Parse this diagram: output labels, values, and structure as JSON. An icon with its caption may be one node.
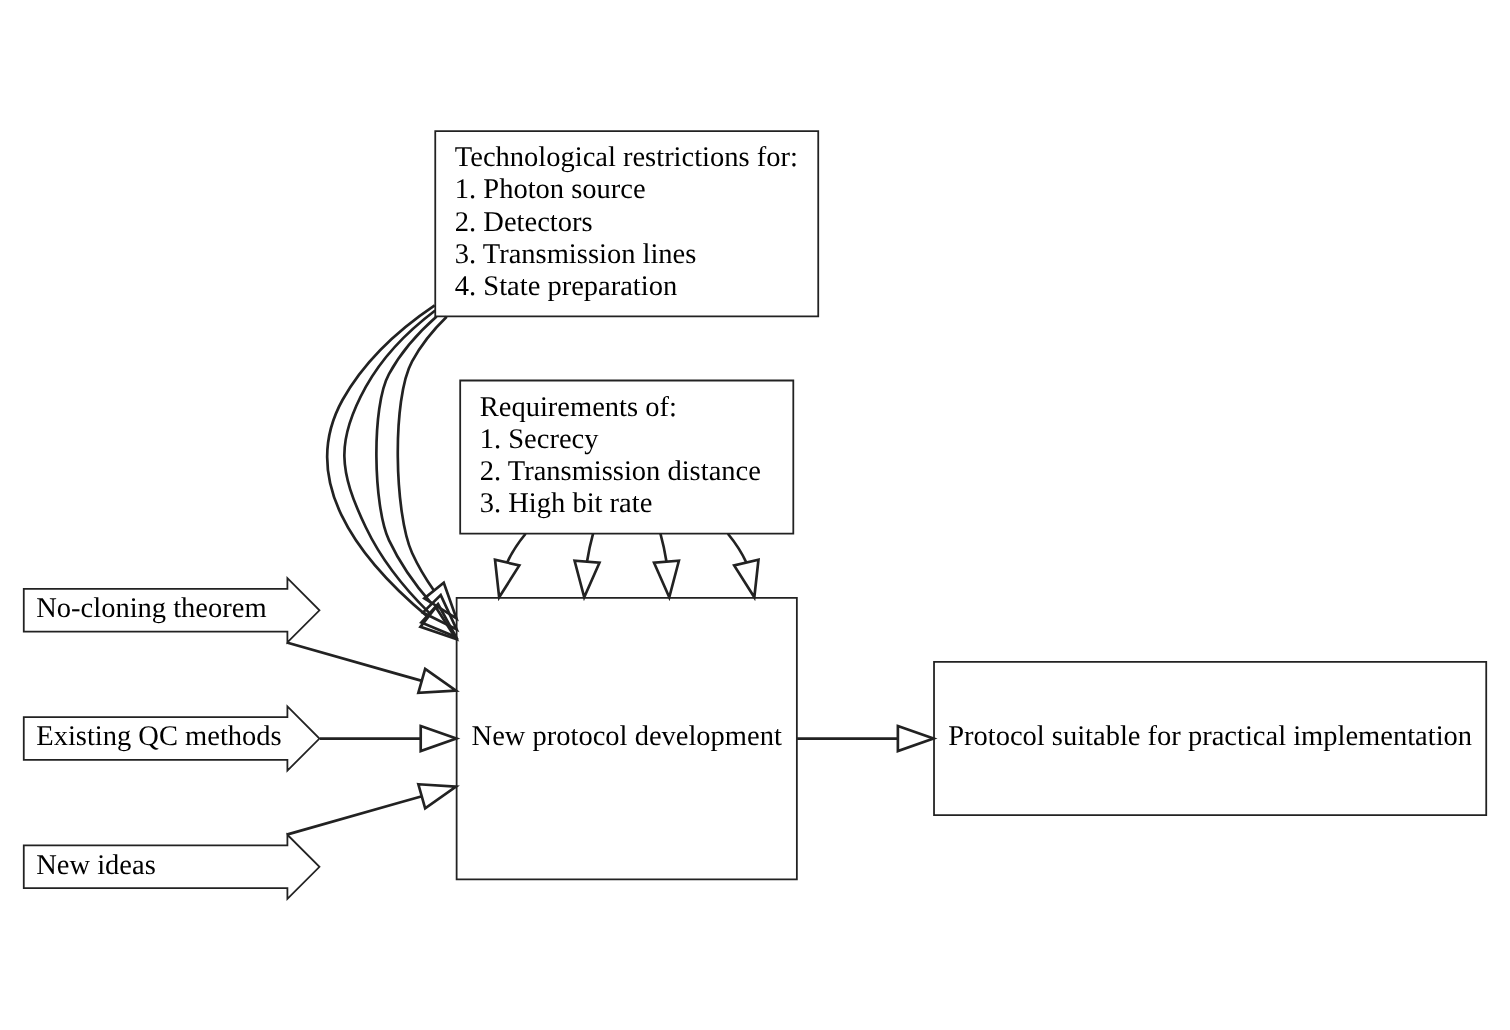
{
  "diagram": {
    "nodes": [
      {
        "text": [
          "Technological restrictions for:",
          "1. Photon source",
          "2. Detectors",
          "3. Transmission lines",
          "4. State preparation"
        ]
      },
      {
        "text": [
          "No-cloning theorem"
        ]
      },
      {
        "text": [
          "Existing QC methods"
        ]
      },
      {
        "text": [
          "New ideas"
        ]
      },
      {
        "text": [
          "New protocol development"
        ]
      },
      {
        "text": [
          "Protocol suitable for practical implementation"
        ]
      },
      {
        "text": [
          "Requirements of:",
          "1. Secrecy",
          "2. Transmission distance",
          "3. High bit rate"
        ]
      }
    ],
    "edges": [
      {
        "from": 0,
        "to": 4,
        "arrow": "to"
      },
      {
        "from": 0,
        "to": 4,
        "arrow": "to"
      },
      {
        "from": 0,
        "to": 4,
        "arrow": "to"
      },
      {
        "from": 0,
        "to": 4,
        "arrow": "to"
      },
      {
        "from": 1,
        "to": 4,
        "arrow": "to"
      },
      {
        "from": 2,
        "to": 4,
        "arrow": "to"
      },
      {
        "from": 3,
        "to": 4,
        "arrow": "to"
      },
      {
        "from": 4,
        "to": 5,
        "arrow": "to"
      },
      {
        "from": 6,
        "to": 4,
        "arrow": "to"
      },
      {
        "from": 6,
        "to": 4,
        "arrow": "to"
      },
      {
        "from": 6,
        "to": 4,
        "arrow": "to"
      },
      {
        "from": 6,
        "to": 4,
        "arrow": "to"
      }
    ]
  }
}
